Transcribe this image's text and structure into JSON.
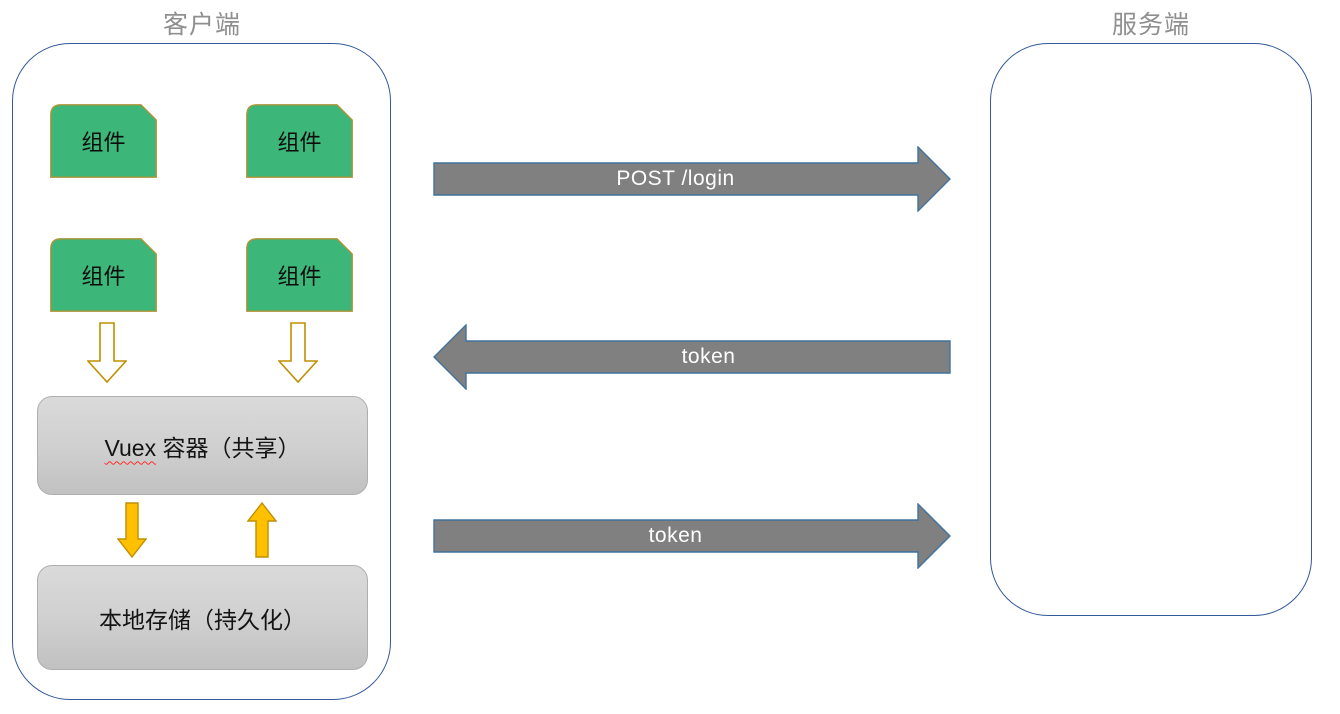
{
  "diagram": {
    "client": {
      "title": "客户端",
      "components": [
        {
          "label": "组件"
        },
        {
          "label": "组件"
        },
        {
          "label": "组件"
        },
        {
          "label": "组件"
        }
      ],
      "vuex_box": {
        "label_word": "Vuex",
        "label_rest": " 容器（共享）"
      },
      "storage_box": {
        "label": "本地存储（持久化）"
      }
    },
    "server": {
      "title": "服务端"
    },
    "arrows": {
      "post_login": {
        "label": "POST /login",
        "direction": "right"
      },
      "token_response": {
        "label": "token",
        "direction": "left"
      },
      "token_request": {
        "label": "token",
        "direction": "right"
      }
    },
    "colors": {
      "component_fill": "#3db679",
      "component_border": "#ad9434",
      "container_border": "#34599c",
      "big_arrow_fill": "#808080",
      "big_arrow_border": "#41719c",
      "gold_fill": "#ffc000",
      "gold_border": "#bf9000",
      "gray_box_top": "#dadada",
      "gray_box_bottom": "#c1c1c1",
      "title_color": "#8f8f8f",
      "spellcheck_squiggle": "#ff2d2d"
    }
  }
}
